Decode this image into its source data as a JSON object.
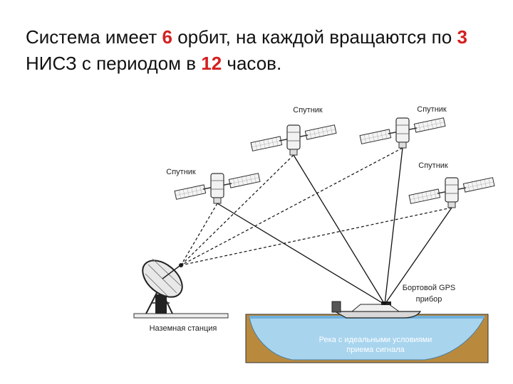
{
  "title": {
    "part1": "Система имеет ",
    "n_orbits": "6",
    "part2": " орбит, на каждой вращаются по ",
    "n_sats": "3",
    "part3": " НИСЗ с периодом в ",
    "period": "12",
    "part4": " часов."
  },
  "diagram": {
    "satellite_labels": [
      "Спутник",
      "Спутник",
      "Спутник",
      "Спутник"
    ],
    "ground_station_label": "Наземная станция",
    "gps_device_label": [
      "Бортовой GPS",
      "прибор"
    ],
    "river_label": [
      "Река с идеальными условиями",
      "приема сигнала"
    ],
    "colors": {
      "highlight": "#d42020",
      "water": "#a8d4ee",
      "ground": "#b98a3e",
      "line": "#111111"
    }
  }
}
